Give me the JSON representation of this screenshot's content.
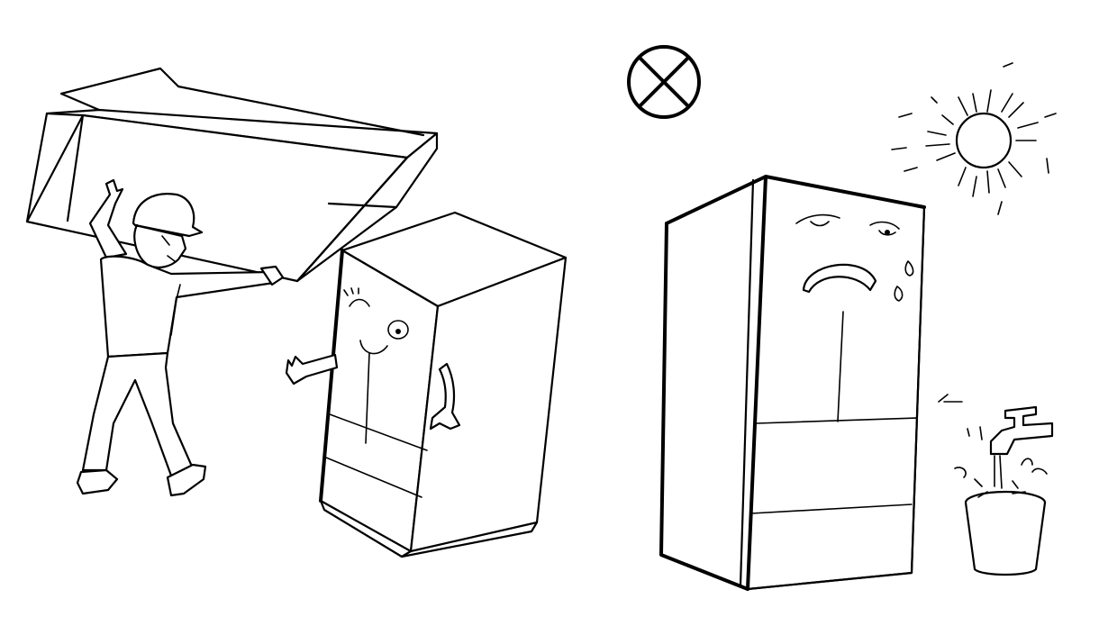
{
  "illustration": {
    "left_scene": [
      "worker-lifting-box",
      "fridge-character-happy"
    ],
    "right_scene": [
      "prohibited-symbol",
      "sun-icon",
      "fridge-character-sad",
      "faucet-icon",
      "bucket-icon"
    ],
    "colors": {
      "line": "#000000",
      "background": "#ffffff"
    }
  }
}
